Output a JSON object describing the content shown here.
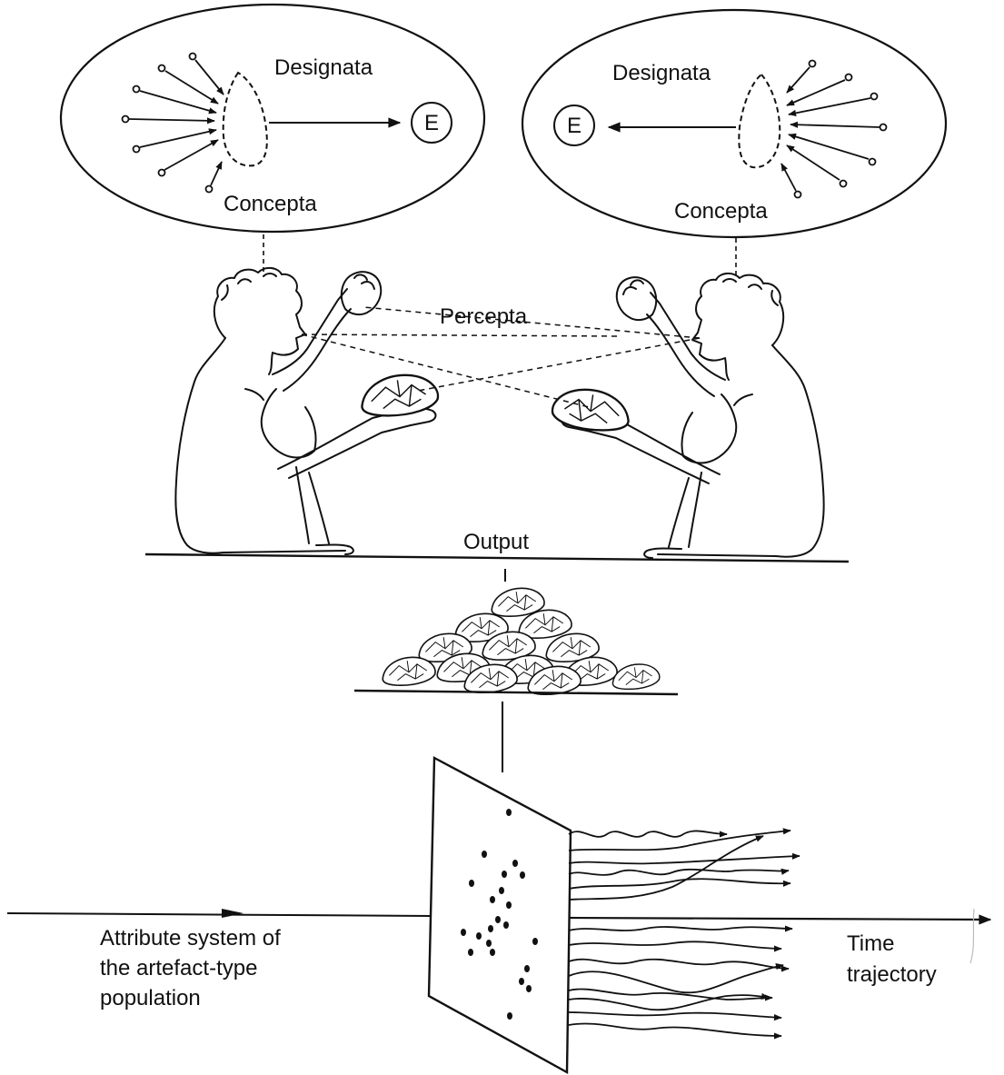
{
  "left_ellipse": {
    "designata": "Designata",
    "concepta": "Concepta",
    "e_symbol": "E"
  },
  "right_ellipse": {
    "designata": "Designata",
    "concepta": "Concepta",
    "e_symbol": "E"
  },
  "percepta": "Percepta",
  "output": "Output",
  "attribute_system": {
    "line1": "Attribute system of",
    "line2": "the artefact-type",
    "line3": "population"
  },
  "time_trajectory": {
    "line1": "Time",
    "line2": "trajectory"
  },
  "colors": {
    "ink": "#111111",
    "paper": "#ffffff"
  }
}
